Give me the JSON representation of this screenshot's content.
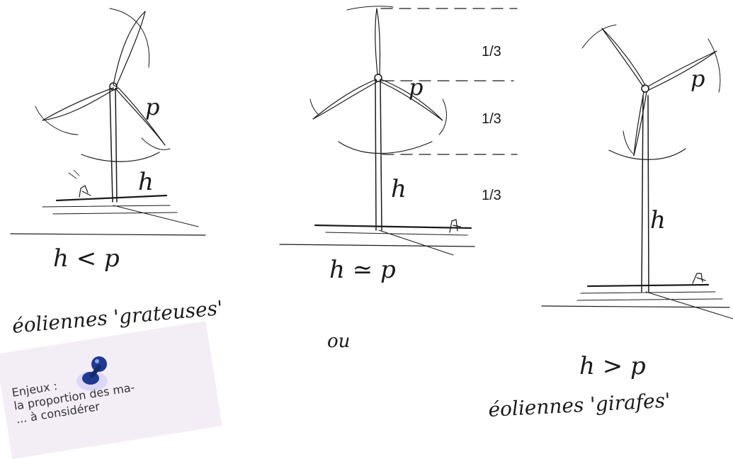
{
  "sketch": {
    "label_p": "p",
    "label_h": "h",
    "turbine_left": {
      "relation": "h < p"
    },
    "turbine_middle": {
      "relation": "h ≃ p",
      "ratios": [
        "1/3",
        "1/3",
        "1/3"
      ]
    },
    "turbine_right": {
      "relation": "h > p"
    },
    "caption_left": "éoliennes 'grateuses'",
    "caption_middle": "ou",
    "caption_right": "éoliennes 'girafes'"
  },
  "note": {
    "lines": [
      "Enjeux :",
      "la proportion des ma-",
      "... à considérer"
    ],
    "pin_color": "#1f3a8f"
  }
}
